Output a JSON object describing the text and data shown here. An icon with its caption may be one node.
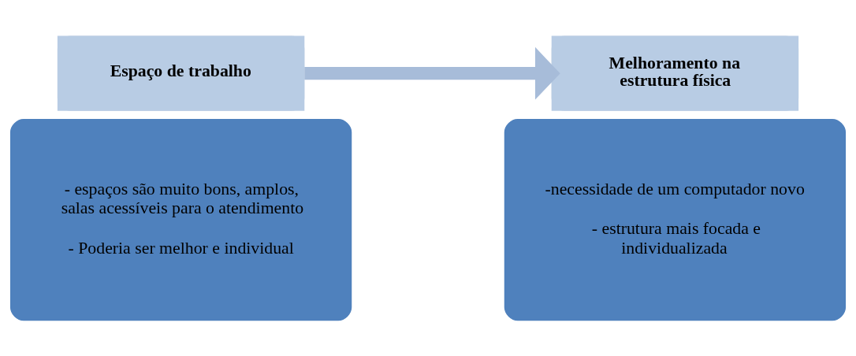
{
  "diagram": {
    "nodes": [
      {
        "text": [
          "Espaço de trabalho"
        ]
      },
      {
        "text": [
          "- espaços são muito bons, amplos, salas acessíveis para o atendimento",
          "- Poderia ser melhor e individual"
        ]
      },
      {
        "text": [
          "Melhoramento na estrutura física"
        ]
      },
      {
        "text": [
          "-necessidade de um computador novo",
          "- estrutura mais focada e individualizada"
        ]
      }
    ],
    "edges": [
      {
        "from": 0,
        "to": 2,
        "arrow": "to"
      }
    ]
  }
}
